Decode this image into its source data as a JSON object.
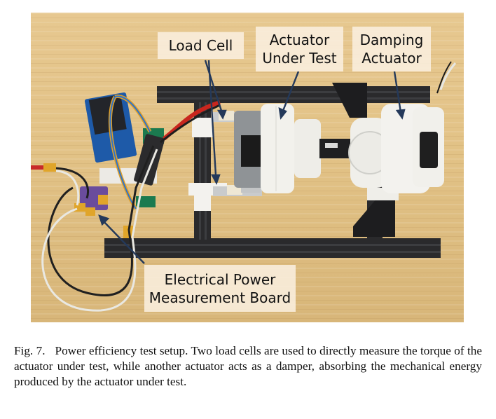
{
  "figure": {
    "number_label": "Fig. 7.",
    "caption": "Power efficiency test setup. Two load cells are used to directly measure the torque of the actuator under test, while another actuator acts as a damper, absorbing the mechanical energy produced by the actuator under test.",
    "photo": {
      "description": "Photograph of actuator power efficiency test rig on a bamboo table",
      "colors": {
        "table": "#e2c286",
        "aluminum_rail": "#2a2a2c",
        "actuator_white": "#f2f1ec",
        "motor_housing_gray": "#8f9396",
        "label_background": "#faf0e1",
        "arrow": "#24395a"
      },
      "annotations": [
        {
          "id": "load-cell",
          "lines": [
            "Load Cell"
          ]
        },
        {
          "id": "actuator-under-test",
          "lines": [
            "Actuator",
            "Under Test"
          ]
        },
        {
          "id": "damping-actuator",
          "lines": [
            "Damping",
            "Actuator"
          ]
        },
        {
          "id": "electrical-power-board",
          "lines": [
            "Electrical Power",
            "Measurement Board"
          ]
        }
      ]
    }
  }
}
